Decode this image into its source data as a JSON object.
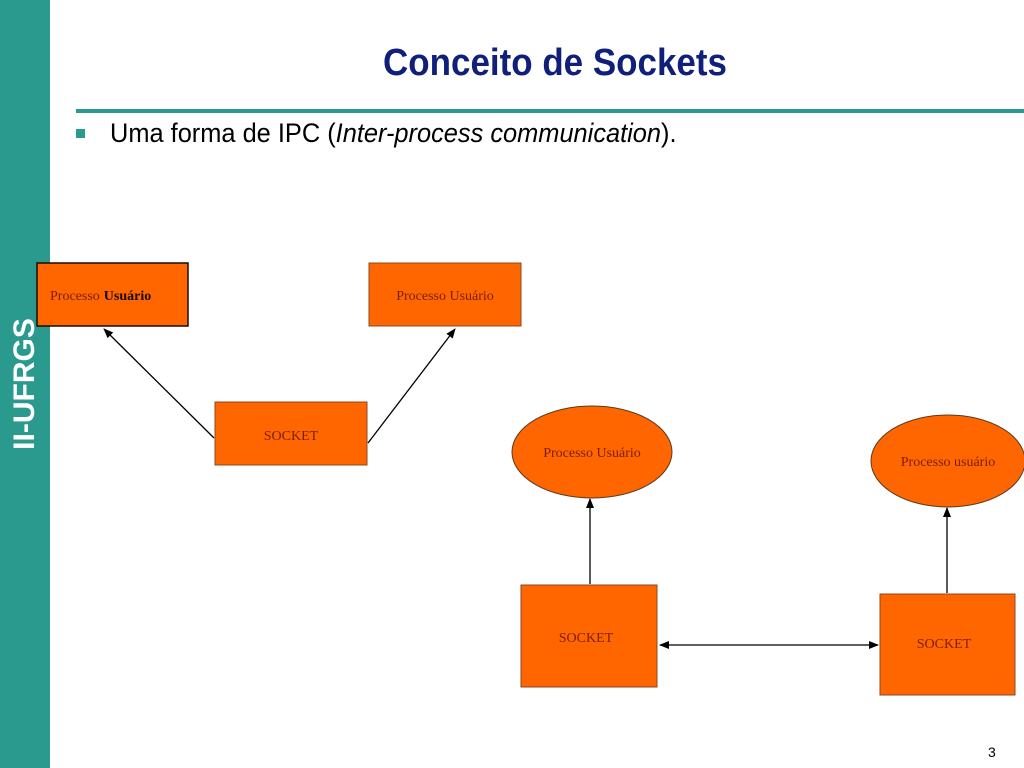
{
  "sidebar": {
    "label": "II-UFRGS"
  },
  "slide": {
    "title": "Conceito de Sockets",
    "bullet": {
      "prefix": "Uma forma de IPC (",
      "italic": "Inter-process communication",
      "suffix": ")."
    },
    "page_number": "3"
  },
  "diagram": {
    "fill_color": "#ff6600",
    "nodes": {
      "proc_left_word1": "Processo",
      "proc_left_word2": "Usuário",
      "proc_right": "Processo Usuário",
      "socket_top": "SOCKET",
      "ellipse_left": "Processo Usuário",
      "ellipse_right": "Processo usuário",
      "socket_bottom_left": "SOCKET",
      "socket_bottom_right": "SOCKET"
    }
  }
}
